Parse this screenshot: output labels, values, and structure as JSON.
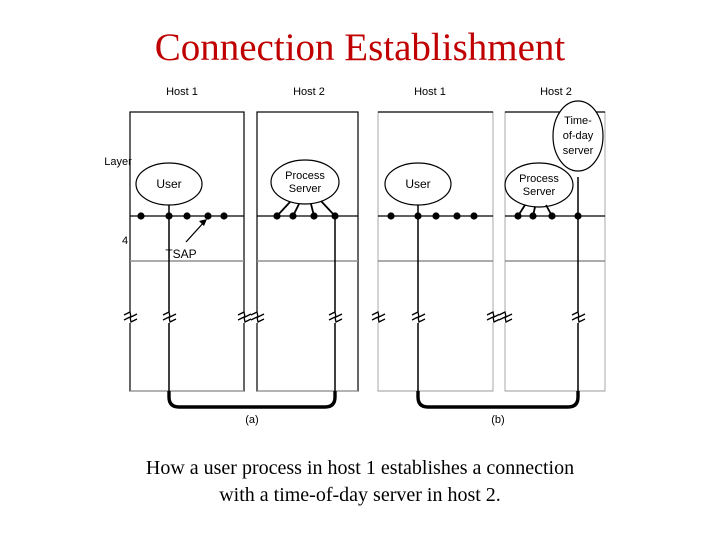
{
  "slide": {
    "title": "Connection Establishment",
    "title_color": "#c00000",
    "background": "#ffffff",
    "caption_line1": "How a user process in host 1 establishes a connection",
    "caption_line2": "with a time-of-day server in host 2."
  },
  "figure": {
    "axis_labels": {
      "layer": "Layer",
      "layer_number": "4"
    },
    "panel_a": {
      "sublabel": "(a)",
      "host1": {
        "header": "Host 1",
        "oval": "User",
        "tsap_label": "TSAP",
        "tsap_dots": 5
      },
      "host2": {
        "header": "Host 2",
        "oval_line1": "Process",
        "oval_line2": "Server",
        "tsap_dots": 4
      }
    },
    "panel_b": {
      "sublabel": "(b)",
      "host1": {
        "header": "Host 1",
        "oval": "User",
        "tsap_dots": 5
      },
      "host2": {
        "header": "Host 2",
        "oval_line1": "Process",
        "oval_line2": "Server",
        "server_line1": "Time-",
        "server_line2": "of-day",
        "server_line3": "server",
        "tsap_dots": 4
      }
    },
    "colors": {
      "stroke": "#000000",
      "light_stroke": "#999999",
      "connector": "#000000",
      "text": "#000000"
    }
  }
}
